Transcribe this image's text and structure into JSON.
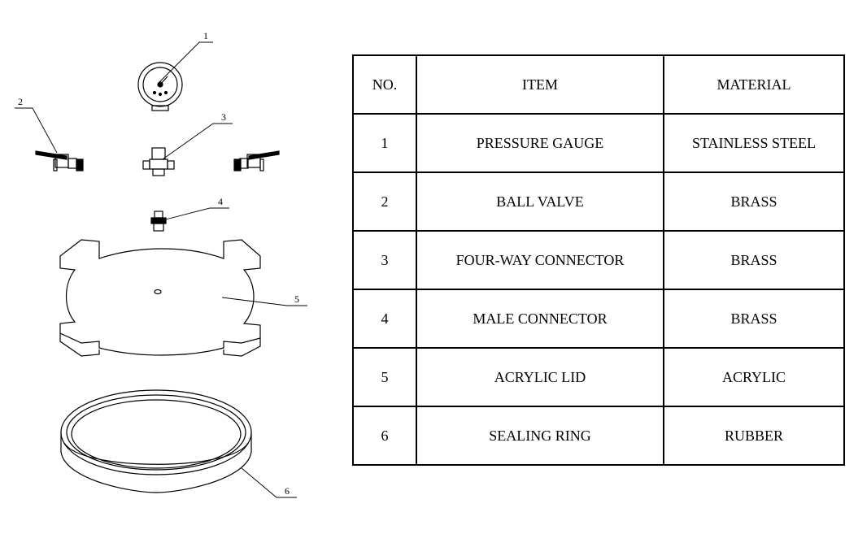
{
  "diagram": {
    "callouts": [
      "1",
      "2",
      "3",
      "4",
      "5",
      "6"
    ]
  },
  "table": {
    "headers": [
      "NO.",
      "ITEM",
      "MATERIAL"
    ],
    "rows": [
      [
        "1",
        "PRESSURE GAUGE",
        "STAINLESS STEEL"
      ],
      [
        "2",
        "BALL VALVE",
        "BRASS"
      ],
      [
        "3",
        "FOUR-WAY CONNECTOR",
        "BRASS"
      ],
      [
        "4",
        "MALE CONNECTOR",
        "BRASS"
      ],
      [
        "5",
        "ACRYLIC LID",
        "ACRYLIC"
      ],
      [
        "6",
        "SEALING RING",
        "RUBBER"
      ]
    ]
  }
}
